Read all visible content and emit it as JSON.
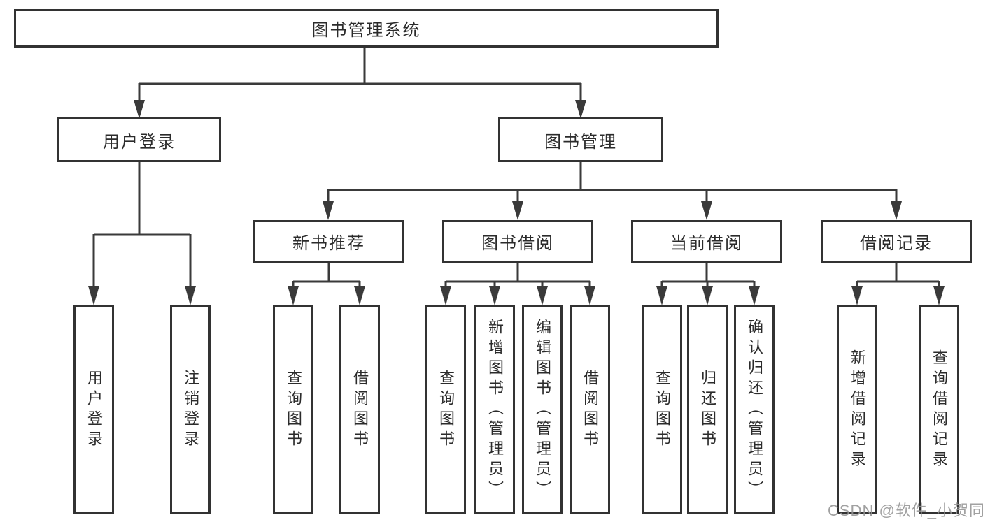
{
  "tree": {
    "root": {
      "label": "图书管理系统",
      "children": [
        {
          "label": "用户登录",
          "children": [
            {
              "label": "用户登录"
            },
            {
              "label": "注销登录"
            }
          ]
        },
        {
          "label": "图书管理",
          "children": [
            {
              "label": "新书推荐",
              "children": [
                {
                  "label": "查询图书"
                },
                {
                  "label": "借阅图书"
                }
              ]
            },
            {
              "label": "图书借阅",
              "children": [
                {
                  "label": "查询图书"
                },
                {
                  "label": "新增图书（管理员）"
                },
                {
                  "label": "编辑图书（管理员）"
                },
                {
                  "label": "借阅图书"
                }
              ]
            },
            {
              "label": "当前借阅",
              "children": [
                {
                  "label": "查询图书"
                },
                {
                  "label": "归还图书"
                },
                {
                  "label": "确认归还（管理员）"
                }
              ]
            },
            {
              "label": "借阅记录",
              "children": [
                {
                  "label": "新增借阅记录"
                },
                {
                  "label": "查询借阅记录"
                }
              ]
            }
          ]
        }
      ]
    }
  },
  "watermark": {
    "text": "CSDN @软件_小贺同学"
  },
  "colors": {
    "line": "#3a3a3a",
    "box_border": "#323232",
    "box_fill": "#ffffff",
    "text": "#2b2b2b",
    "watermark": "#949494"
  }
}
